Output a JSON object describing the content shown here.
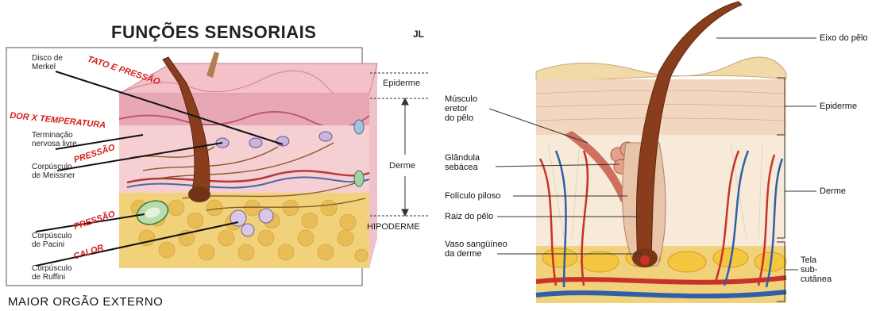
{
  "left": {
    "title": "FUNÇÕES SENSORIAIS",
    "corner_mark": "JL",
    "footer": "MAIOR ORGÃO EXTERNO",
    "left_labels": {
      "disco_merkel": "Disco de\nMerkel",
      "terminacao": "Terminação\nnervosa livre",
      "meissner": "Corpúsculo\nde Meissner",
      "pacini": "Corpúsculo\nde Pacini",
      "ruffini": "Corpúsculo\nde Ruffini"
    },
    "red_labels": {
      "tato_pressao": "TATO E PRESSÃO",
      "dor_temperatura": "DOR X TEMPERATURA",
      "pressao_1": "PRESSÃO",
      "pressao_2": "PRESSÃO",
      "calor": "CALOR"
    },
    "layer_labels": {
      "epiderme": "Epiderme",
      "derme": "Derme",
      "hipoderme": "HIPODERME"
    }
  },
  "right": {
    "left_labels": {
      "musculo": "Músculo\neretor\ndo pêlo",
      "glandula": "Glândula\nsebácea",
      "foliculo": "Folículo piloso",
      "raiz": "Raiz do pêlo",
      "vaso": "Vaso sangüíneo\nda derme"
    },
    "right_labels": {
      "eixo": "Eixo do pêlo",
      "epiderme": "Epiderme",
      "derme": "Derme",
      "tela": "Tela\nsub-\ncutânea"
    }
  },
  "colors": {
    "epidermis": "#e7a8b4",
    "dermis": "#f6cfd2",
    "fat": "#f1d27a",
    "hair": "#8a3d1c",
    "artery": "#c8322a",
    "vein": "#2f5fa8",
    "annotation_red": "#d81c1c"
  }
}
